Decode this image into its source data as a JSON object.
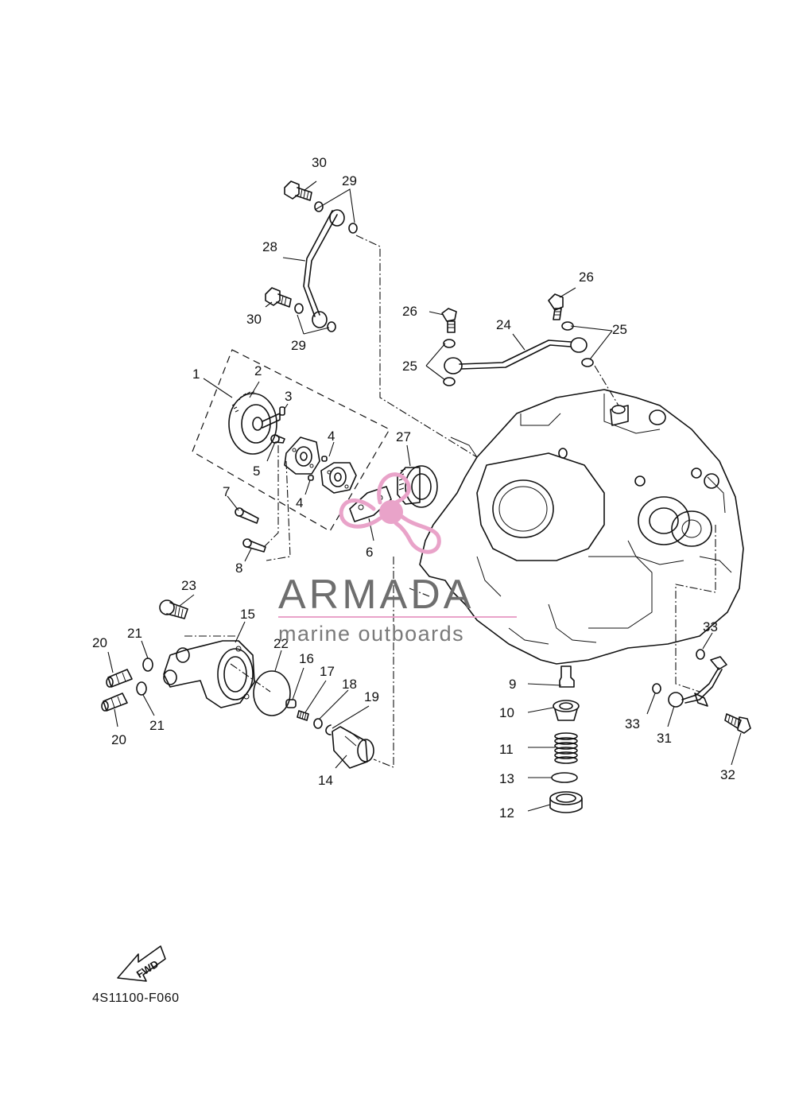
{
  "diagram": {
    "code": "4S11100-F060",
    "fwd_label": "FWD",
    "callouts": {
      "c1": "1",
      "c2": "2",
      "c3": "3",
      "c4a": "4",
      "c4b": "4",
      "c5": "5",
      "c6": "6",
      "c7": "7",
      "c8": "8",
      "c9": "9",
      "c10": "10",
      "c11": "11",
      "c12": "12",
      "c13": "13",
      "c14": "14",
      "c15": "15",
      "c16": "16",
      "c17": "17",
      "c18": "18",
      "c19": "19",
      "c20a": "20",
      "c20b": "20",
      "c21a": "21",
      "c21b": "21",
      "c22": "22",
      "c23": "23",
      "c24": "24",
      "c25a": "25",
      "c25b": "25",
      "c26a": "26",
      "c26b": "26",
      "c27": "27",
      "c28": "28",
      "c29a": "29",
      "c29b": "29",
      "c30a": "30",
      "c30b": "30",
      "c31": "31",
      "c32": "32",
      "c33a": "33",
      "c33b": "33"
    }
  },
  "watermark": {
    "name": "ARMADA",
    "tagline": "marine outboards",
    "colors": {
      "logo": "#e9a3c9",
      "text": "#6e6e6e",
      "rule": "#e9a3c9"
    }
  }
}
